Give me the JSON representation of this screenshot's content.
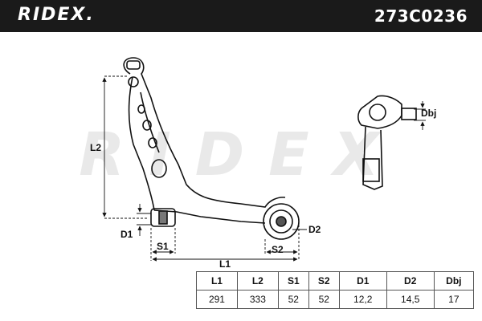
{
  "header": {
    "brand": "RIDEX.",
    "part_number": "273C0236"
  },
  "watermark": "RIDEX",
  "dimension_labels": {
    "l1": "L1",
    "l2": "L2",
    "s1": "S1",
    "s2": "S2",
    "d1": "D1",
    "d2": "D2",
    "dbj": "Dbj"
  },
  "spec_table": {
    "headers": [
      "L1",
      "L2",
      "S1",
      "S2",
      "D1",
      "D2",
      "Dbj"
    ],
    "values": [
      "291",
      "333",
      "52",
      "52",
      "12,2",
      "14,5",
      "17"
    ]
  }
}
